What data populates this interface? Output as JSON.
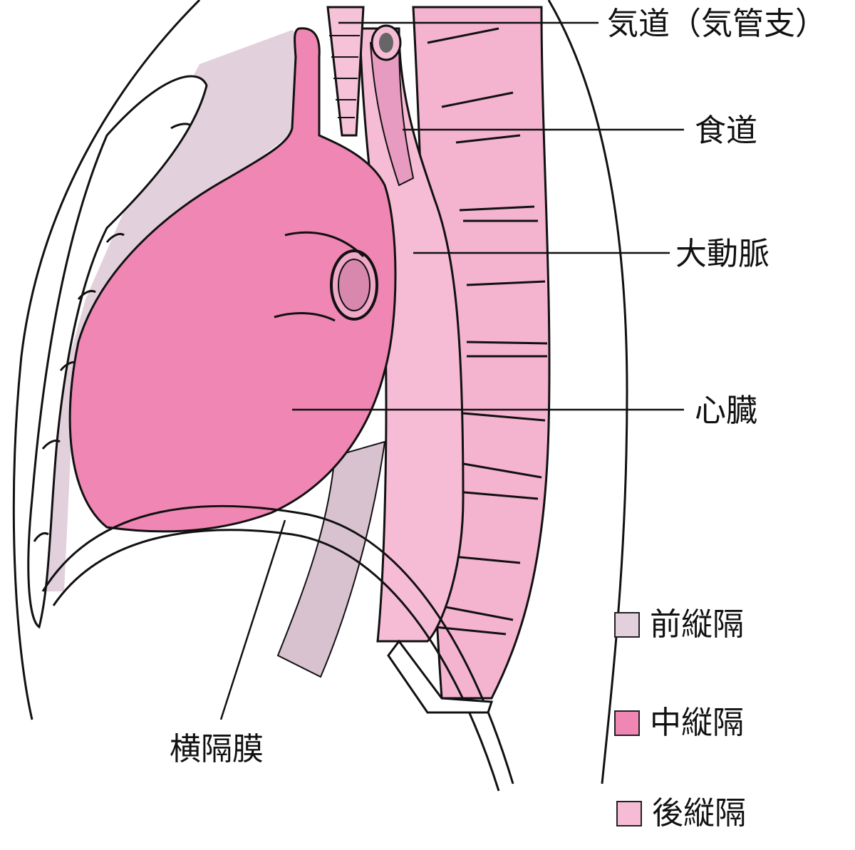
{
  "labels": {
    "trachea": "気道（気管支）",
    "esophagus": "食道",
    "aorta": "大動脈",
    "heart": "心臓",
    "diaphragm": "横隔膜"
  },
  "legend": [
    {
      "label": "前縦隔",
      "color": "#e2d1dc"
    },
    {
      "label": "中縦隔",
      "color": "#ef86b4"
    },
    {
      "label": "後縦隔",
      "color": "#f7bcd5"
    }
  ],
  "colors": {
    "anterior": "#e2d1dc",
    "middle": "#ef86b4",
    "posterior": "#f7bcd5",
    "spine": "#f4b3cf",
    "outline": "#111111"
  }
}
